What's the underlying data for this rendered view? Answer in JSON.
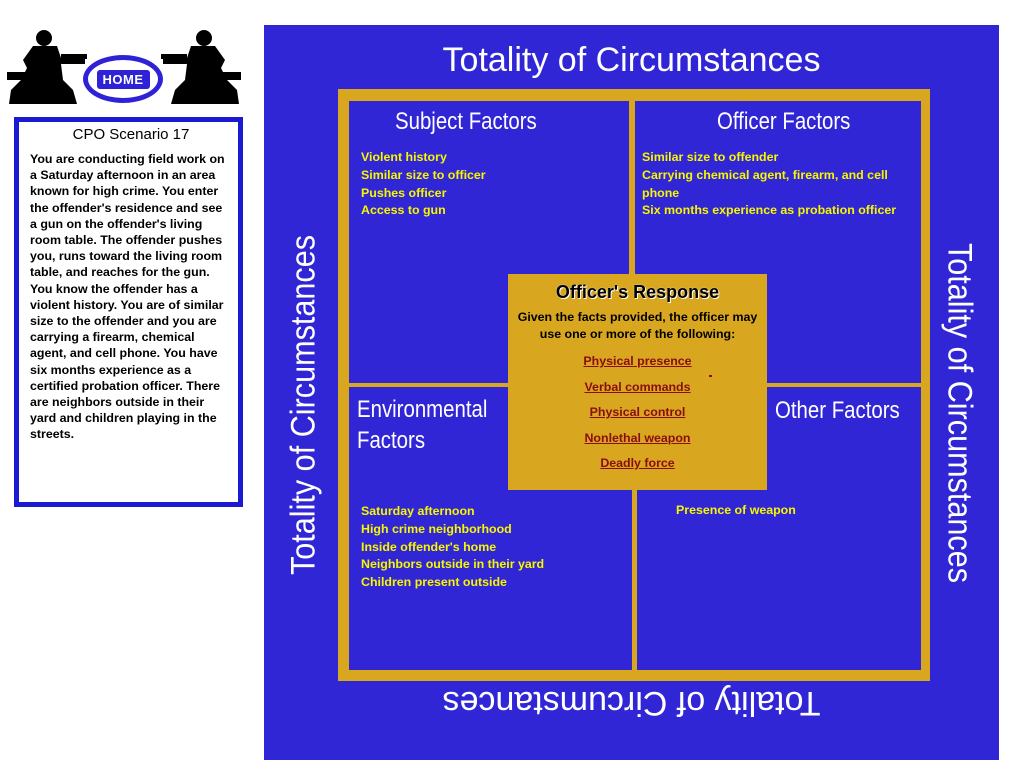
{
  "home": {
    "label": "HOME"
  },
  "scenario": {
    "title": "CPO Scenario 17",
    "body": "You are conducting field work on a Saturday afternoon in an area known for high crime. You enter the offender's residence and see a gun on the offender's living room table. The offender pushes you, runs toward the living room table, and reaches for the gun. You know the offender has a violent history. You are of similar size to the offender and you are carrying a firearm, chemical agent, and cell phone. You have six months experience as a certified probation officer. There are neighbors outside in their yard and children playing in the streets."
  },
  "diagram": {
    "title": "Totality of Circumstances",
    "subject": {
      "title": "Subject Factors",
      "items": [
        "Violent history",
        "Similar size to officer",
        "Pushes officer",
        "Access to gun"
      ]
    },
    "officer": {
      "title": "Officer Factors",
      "items": [
        "Similar size to offender",
        "Carrying chemical agent, firearm, and cell phone",
        "Six months experience as probation officer"
      ]
    },
    "environmental": {
      "title_line1": "Environmental",
      "title_line2": "Factors",
      "items": [
        "Saturday afternoon",
        "High crime neighborhood",
        "Inside offender's home",
        "Neighbors outside in their yard",
        "Children present outside"
      ]
    },
    "other": {
      "title": "Other Factors",
      "items": [
        "Presence of weapon"
      ]
    },
    "response": {
      "title": "Officer's Response",
      "description": "Given the facts provided, the officer may use one or more of the following:",
      "options": [
        "Physical presence",
        "Verbal commands",
        "Physical control",
        "Nonlethal weapon",
        "Deadly force"
      ]
    }
  },
  "colors": {
    "panel_blue": "#3126d6",
    "frame_gold": "#d8a71f",
    "fact_yellow": "#f7f700",
    "link_red": "#8a0d12",
    "scenario_border": "#1a1ad2"
  },
  "icons": [
    "officer-silhouette-icon",
    "officer-silhouette-icon"
  ]
}
